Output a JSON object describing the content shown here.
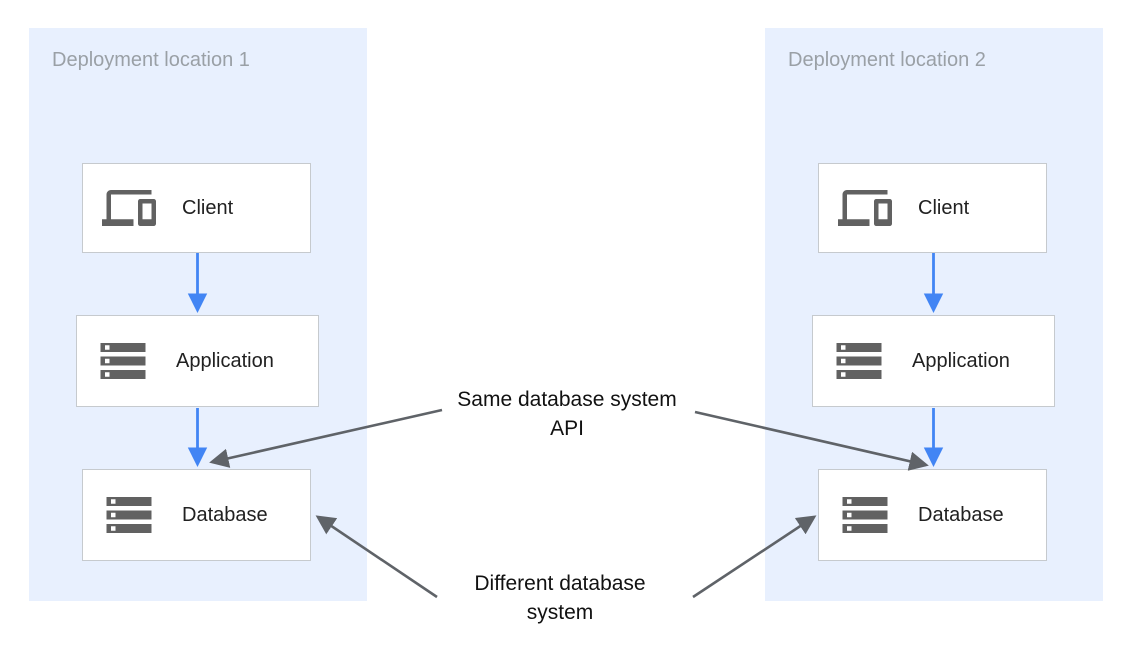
{
  "diagram": {
    "panels": [
      {
        "title": "Deployment location 1",
        "nodes": [
          {
            "label": "Client",
            "icon": "devices-icon"
          },
          {
            "label": "Application",
            "icon": "storage-icon"
          },
          {
            "label": "Database",
            "icon": "storage-icon"
          }
        ]
      },
      {
        "title": "Deployment location 2",
        "nodes": [
          {
            "label": "Client",
            "icon": "devices-icon"
          },
          {
            "label": "Application",
            "icon": "storage-icon"
          },
          {
            "label": "Database",
            "icon": "storage-icon"
          }
        ]
      }
    ],
    "annotations": [
      {
        "text": "Same database system API",
        "points_to": [
          "Database (location 1)",
          "Database (location 2)"
        ]
      },
      {
        "text": "Different database system",
        "points_to": [
          "Database (location 1)",
          "Database (location 2)"
        ]
      }
    ],
    "flow": [
      {
        "from": "Client",
        "to": "Application"
      },
      {
        "from": "Application",
        "to": "Database"
      }
    ],
    "colors": {
      "panel_background": "#e8f0fe",
      "panel_title": "#9aa0a6",
      "flow_arrow_blue": "#4285f4",
      "annotation_arrow_gray": "#5f6368",
      "node_border": "#c6cace",
      "node_icon": "#616161",
      "node_label": "#212121"
    }
  }
}
